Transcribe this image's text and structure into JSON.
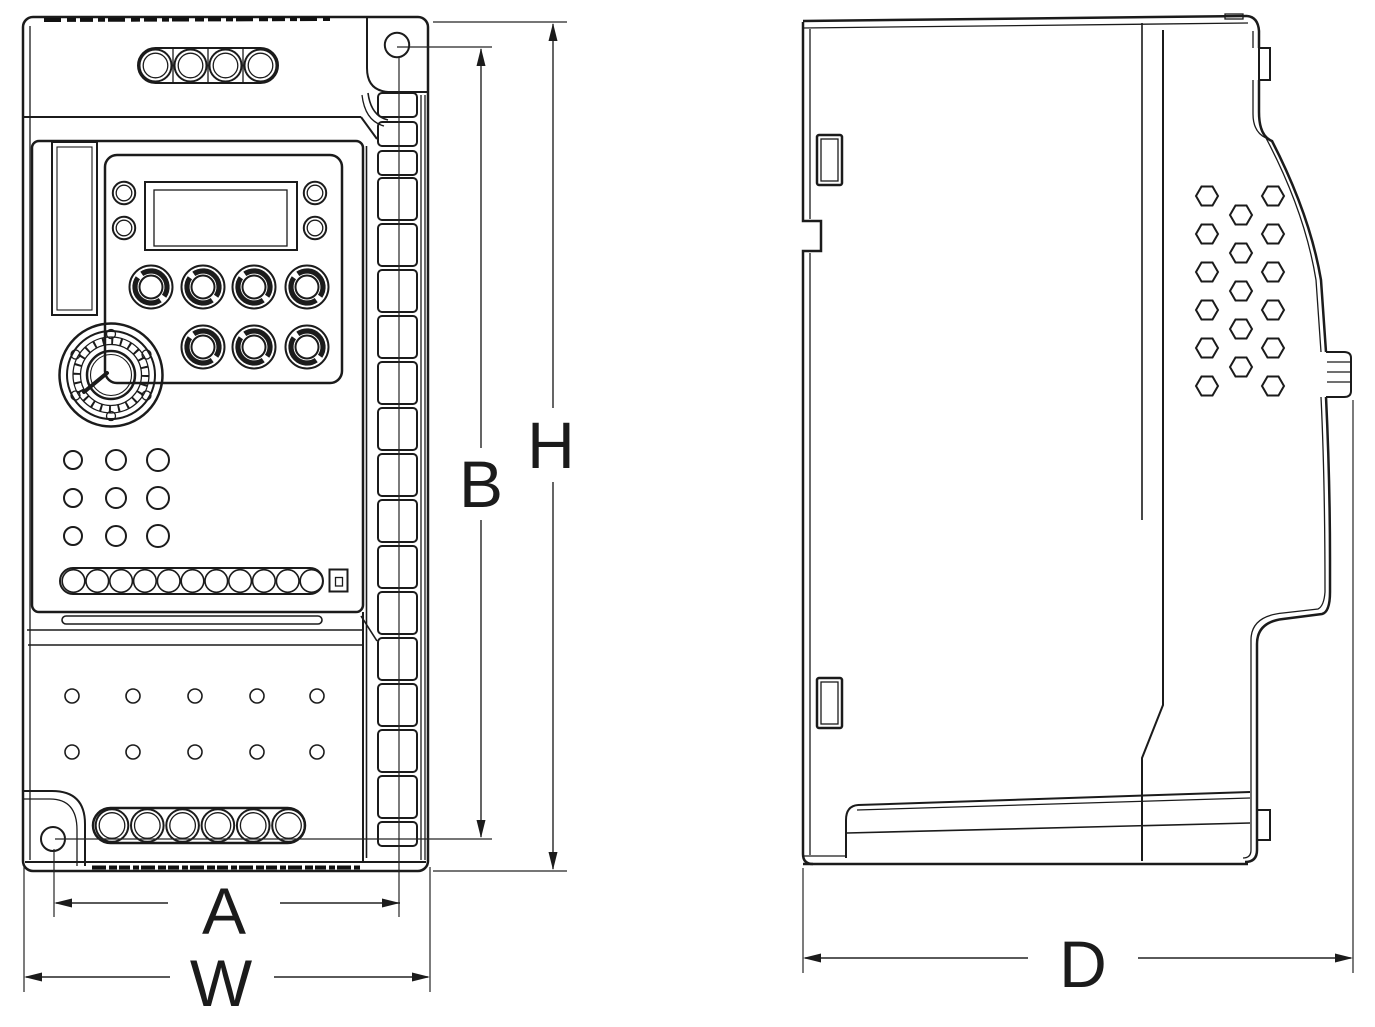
{
  "drawing": {
    "type": "dimension-outline-drawing",
    "colors": {
      "line": "#1b1b1b",
      "background": "#ffffff"
    },
    "dimensions": {
      "overall_height": "H",
      "mounting_hole_pitch_vertical": "B",
      "mounting_hole_pitch_horizontal": "A",
      "overall_width": "W",
      "overall_depth": "D"
    }
  }
}
